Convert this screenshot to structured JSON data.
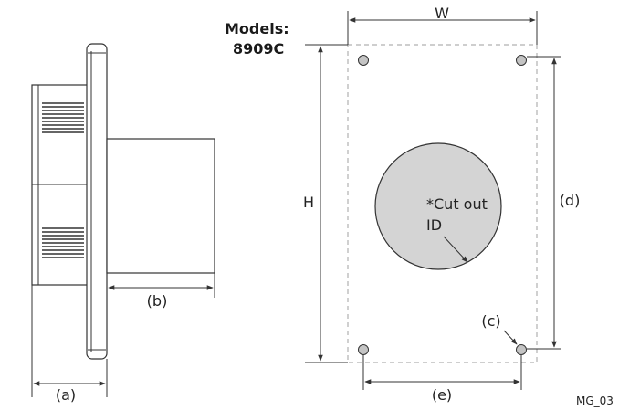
{
  "models_label": "Models:",
  "model_number": "8909C",
  "dimension_labels": {
    "a": "(a)",
    "b": "(b)",
    "c": "(c)",
    "d": "(d)",
    "e": "(e)",
    "w": "W",
    "h": "H"
  },
  "cutout_line1": "*Cut out",
  "cutout_line2": "ID",
  "figure_code": "MG_03",
  "colors": {
    "cutout_fill": "#d4d4d4",
    "line": "#333333",
    "dashed": "#b0b0b0",
    "hole_fill": "#c4c4c4"
  }
}
